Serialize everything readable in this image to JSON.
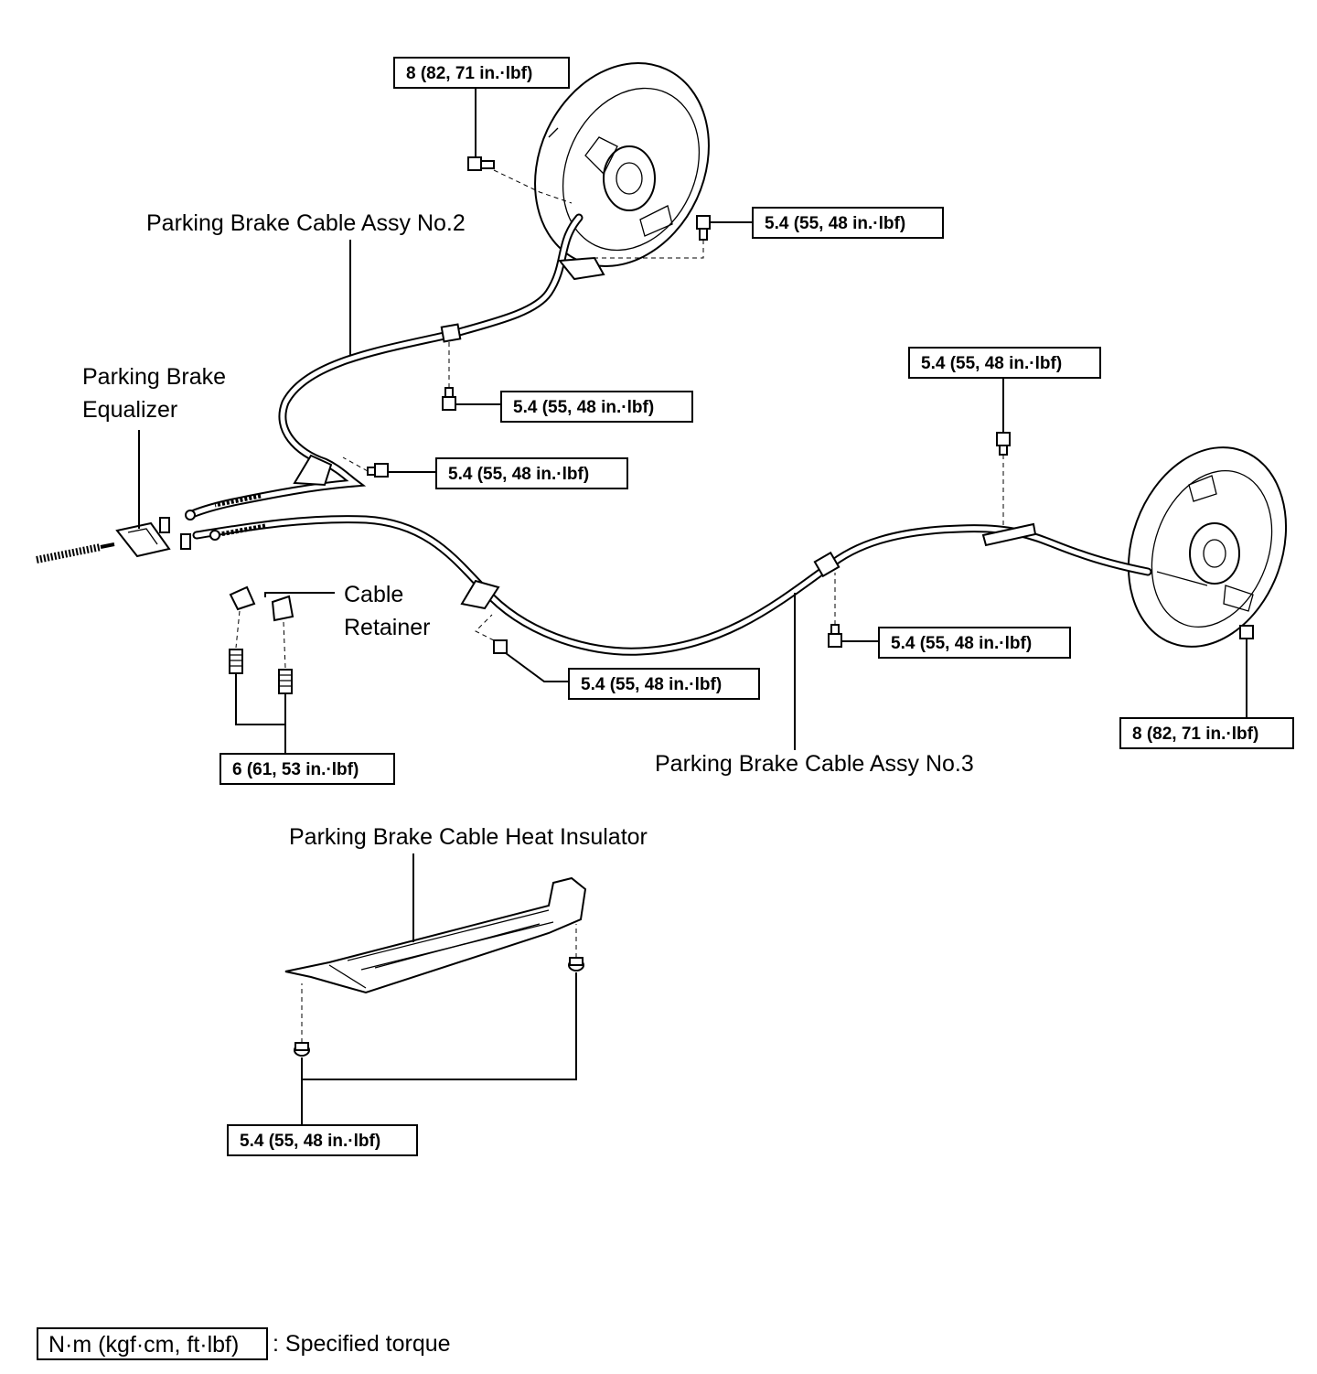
{
  "labels": {
    "cable_no2": "Parking Brake Cable Assy No.2",
    "equalizer_line1": "Parking Brake",
    "equalizer_line2": "Equalizer",
    "retainer_line1": "Cable",
    "retainer_line2": "Retainer",
    "cable_no3": "Parking Brake Cable Assy No.3",
    "heat_insulator": "Parking Brake Cable Heat Insulator"
  },
  "torques": {
    "t_top_backplate": "8 (82, 71 in.·lbf)",
    "t_top_bracket": "5.4 (55, 48 in.·lbf)",
    "t_mid_clamp": "5.4 (55, 48 in.·lbf)",
    "t_left_bracket": "5.4 (55, 48 in.·lbf)",
    "t_right_upper": "5.4 (55, 48 in.·lbf)",
    "t_no3_clamp": "5.4 (55, 48 in.·lbf)",
    "t_right_clamp": "5.4 (55, 48 in.·lbf)",
    "t_right_backplate": "8 (82, 71 in.·lbf)",
    "t_retainer": "6 (61, 53 in.·lbf)",
    "t_insulator": "5.4 (55, 48 in.·lbf)"
  },
  "legend": {
    "unit_box": "N·m (kgf·cm, ft·lbf)",
    "description": ": Specified torque"
  }
}
